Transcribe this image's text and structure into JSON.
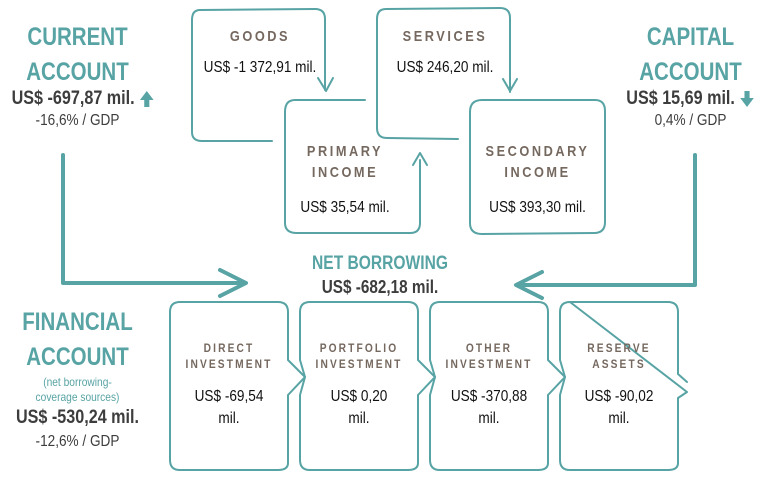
{
  "colors": {
    "teal": "#58a3a4",
    "dark_text": "#3d3d3d",
    "label_brown": "#75685f",
    "value_text": "#111111"
  },
  "current_account": {
    "title_line1": "CURRENT",
    "title_line2": "ACCOUNT",
    "value": "US$ -697,87 mil.",
    "trend_icon": "arrow-up-icon",
    "gdp": "-16,6% / GDP"
  },
  "capital_account": {
    "title_line1": "CAPITAL",
    "title_line2": "ACCOUNT",
    "value": "US$ 15,69 mil.",
    "trend_icon": "arrow-down-icon",
    "gdp": "0,4% / GDP"
  },
  "financial_account": {
    "title_line1": "FINANCIAL",
    "title_line2": "ACCOUNT",
    "subtitle_line1": "(net borrowing-",
    "subtitle_line2": "coverage sources)",
    "value": "US$ -530,24 mil.",
    "gdp": "-12,6% / GDP"
  },
  "current_components": [
    {
      "label_line1": "GOODS",
      "label_line2": "",
      "value": "US$ -1 372,91 mil."
    },
    {
      "label_line1": "SERVICES",
      "label_line2": "",
      "value": "US$ 246,20 mil."
    },
    {
      "label_line1": "PRIMARY",
      "label_line2": "INCOME",
      "value": "US$ 35,54 mil."
    },
    {
      "label_line1": "SECONDARY",
      "label_line2": "INCOME",
      "value": "US$ 393,30 mil."
    }
  ],
  "net_borrowing": {
    "label": "NET BORROWING",
    "value": "US$ -682,18 mil."
  },
  "financial_components": [
    {
      "label_line1": "DIRECT",
      "label_line2": "INVESTMENT",
      "value_line1": "US$ -69,54",
      "value_line2": "mil."
    },
    {
      "label_line1": "PORTFOLIO",
      "label_line2": "INVESTMENT",
      "value_line1": "US$ 0,20",
      "value_line2": "mil."
    },
    {
      "label_line1": "OTHER",
      "label_line2": "INVESTMENT",
      "value_line1": "US$ -370,88",
      "value_line2": "mil."
    },
    {
      "label_line1": "RESERVE",
      "label_line2": "ASSETS",
      "value_line1": "US$ -90,02",
      "value_line2": "mil."
    }
  ]
}
